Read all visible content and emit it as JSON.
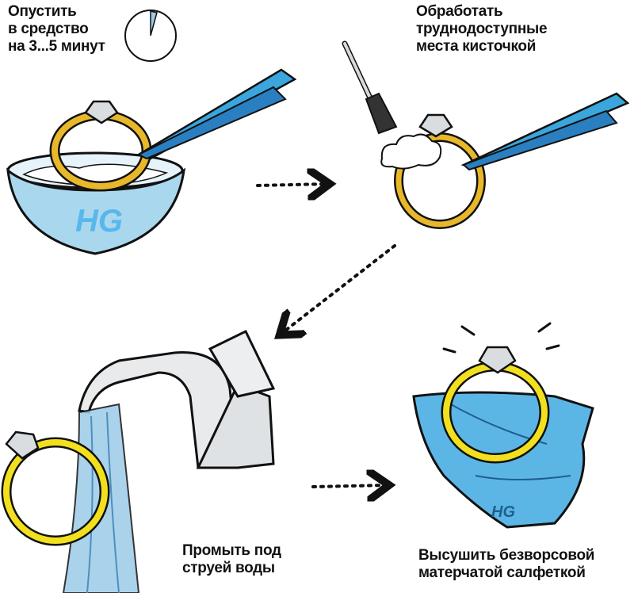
{
  "steps": [
    {
      "lines": [
        "Опустить",
        "в средство",
        "на 3...5 минут"
      ]
    },
    {
      "lines": [
        "Обработать",
        "труднодоступные",
        "места кисточкой"
      ]
    },
    {
      "lines": [
        "Промыть под",
        "струей воды"
      ]
    },
    {
      "lines": [
        "Высушить безворсовой",
        "матерчатой салфеткой"
      ]
    }
  ],
  "logo": {
    "bowl": "HG",
    "cloth": "HG"
  },
  "colors": {
    "ring_gold": "#e8b82a",
    "ring_yellow": "#f2e01e",
    "bowl_blue": "#a9d8ee",
    "tweezers_blue": "#3aa6dd",
    "cloth_blue": "#5bb6e6",
    "logo_blue": "#58b7ec",
    "water_blue": "#9ccbe8"
  }
}
